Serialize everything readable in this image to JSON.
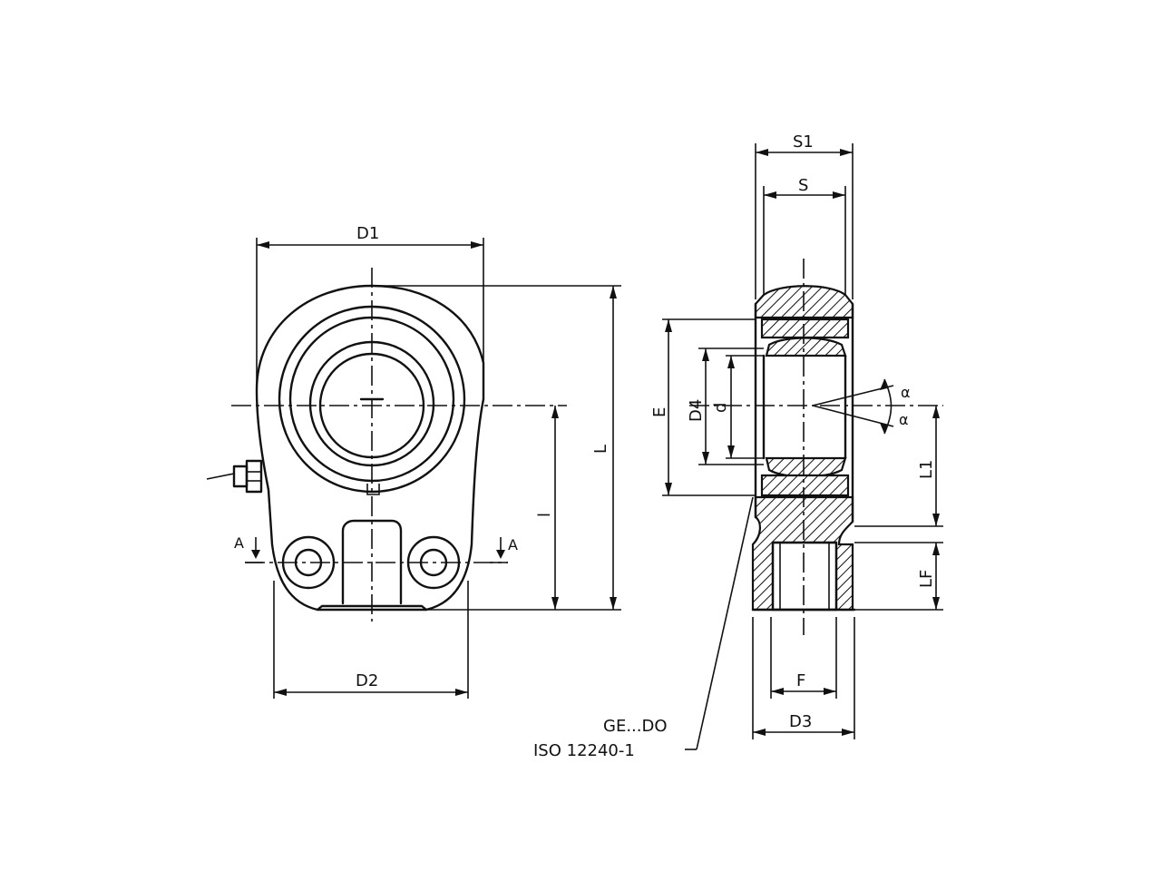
{
  "labels": {
    "D1": "D1",
    "D2": "D2",
    "D3": "D3",
    "D4": "D4",
    "L": "L",
    "L1": "L1",
    "LF": "LF",
    "I": "l",
    "E": "E",
    "d": "d",
    "S": "S",
    "S1": "S1",
    "F": "F",
    "A_left": "A",
    "A_right": "A",
    "alpha_top": "α",
    "alpha_bottom": "α"
  },
  "part_note": {
    "line1": "GE...DO",
    "line2": "ISO 12240-1"
  }
}
